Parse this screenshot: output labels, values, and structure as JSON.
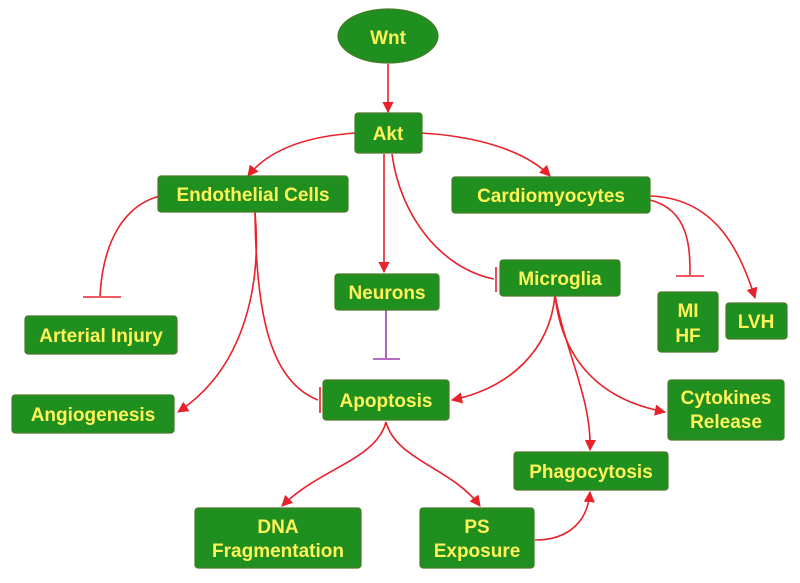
{
  "nodes": {
    "wnt": "Wnt",
    "akt": "Akt",
    "endothelial": "Endothelial Cells",
    "cardiomyocytes": "Cardiomyocytes",
    "neurons": "Neurons",
    "microglia": "Microglia",
    "arterial_injury": "Arterial Injury",
    "mi": "MI",
    "hf": "HF",
    "lvh": "LVH",
    "angiogenesis": "Angiogenesis",
    "apoptosis": "Apoptosis",
    "cytokines": "Cytokines",
    "release": "Release",
    "phagocytosis": "Phagocytosis",
    "dna": "DNA",
    "fragmentation": "Fragmentation",
    "ps": "PS",
    "exposure": "Exposure"
  },
  "edges": [
    {
      "from": "wnt",
      "to": "akt",
      "type": "activation"
    },
    {
      "from": "akt",
      "to": "endothelial",
      "type": "activation"
    },
    {
      "from": "akt",
      "to": "cardiomyocytes",
      "type": "activation"
    },
    {
      "from": "akt",
      "to": "neurons",
      "type": "activation"
    },
    {
      "from": "akt",
      "to": "microglia",
      "type": "inhibition"
    },
    {
      "from": "endothelial",
      "to": "arterial_injury",
      "type": "inhibition"
    },
    {
      "from": "endothelial",
      "to": "angiogenesis",
      "type": "activation"
    },
    {
      "from": "endothelial",
      "to": "apoptosis",
      "type": "inhibition"
    },
    {
      "from": "neurons",
      "to": "apoptosis",
      "type": "inhibition"
    },
    {
      "from": "cardiomyocytes",
      "to": "mi_hf",
      "type": "inhibition"
    },
    {
      "from": "cardiomyocytes",
      "to": "lvh",
      "type": "activation"
    },
    {
      "from": "microglia",
      "to": "apoptosis",
      "type": "activation"
    },
    {
      "from": "microglia",
      "to": "phagocytosis",
      "type": "activation"
    },
    {
      "from": "microglia",
      "to": "cytokines_release",
      "type": "activation"
    },
    {
      "from": "apoptosis",
      "to": "dna_fragmentation",
      "type": "activation"
    },
    {
      "from": "apoptosis",
      "to": "ps_exposure",
      "type": "activation"
    },
    {
      "from": "ps_exposure",
      "to": "phagocytosis",
      "type": "activation"
    }
  ],
  "colors": {
    "node_fill": "#1f8f1f",
    "node_text": "#fff35a",
    "edge": "#e8212b",
    "neuron_inhibition": "#9b3fb0"
  }
}
